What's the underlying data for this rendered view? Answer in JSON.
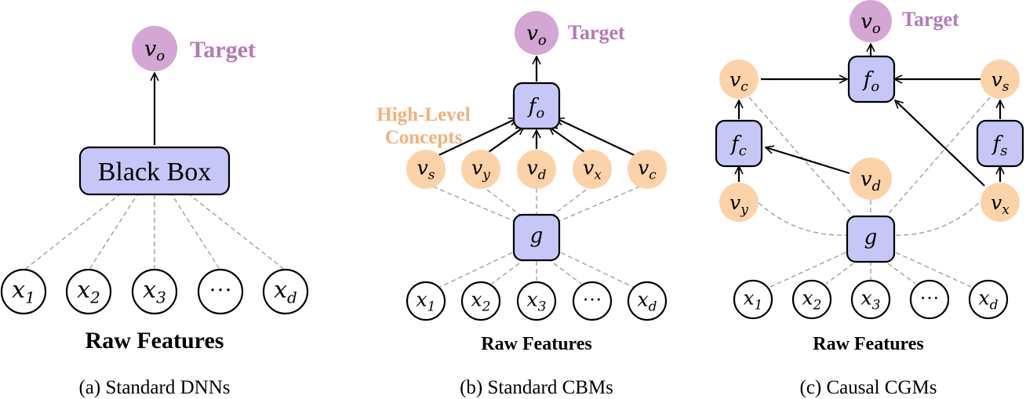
{
  "colors": {
    "target": "#d3a6d3",
    "target_text": "#b57ab5",
    "concept": "#fcd3a9",
    "concept_text": "#f4b07a",
    "box": "#c7c7f7",
    "line": "#000000",
    "dash": "#999999"
  },
  "panel_a": {
    "target_node": "vo",
    "target_label": "Target",
    "box": "Black Box",
    "inputs": [
      "x1",
      "x2",
      "x3",
      "···",
      "xd"
    ],
    "features_label": "Raw Features",
    "caption": "(a) Standard DNNs"
  },
  "panel_b": {
    "target_node": "vo",
    "target_label": "Target",
    "f_node": "fo",
    "concepts_label_1": "High-Level",
    "concepts_label_2": "Concepts",
    "concepts": [
      "vs",
      "vy",
      "vd",
      "vx",
      "vc"
    ],
    "g_node": "g",
    "inputs": [
      "x1",
      "x2",
      "x3",
      "···",
      "xd"
    ],
    "features_label": "Raw Features",
    "caption": "(b) Standard CBMs"
  },
  "panel_c": {
    "target_node": "vo",
    "target_label": "Target",
    "fo_node": "fo",
    "vc_node": "vc",
    "vs_node": "vs",
    "fc_node": "fc",
    "fs_node": "fs",
    "vd_node": "vd",
    "vy_node": "vy",
    "vx_node": "vx",
    "g_node": "g",
    "inputs": [
      "x1",
      "x2",
      "x3",
      "···",
      "xd"
    ],
    "features_label": "Raw Features",
    "caption": "(c) Causal CGMs"
  }
}
